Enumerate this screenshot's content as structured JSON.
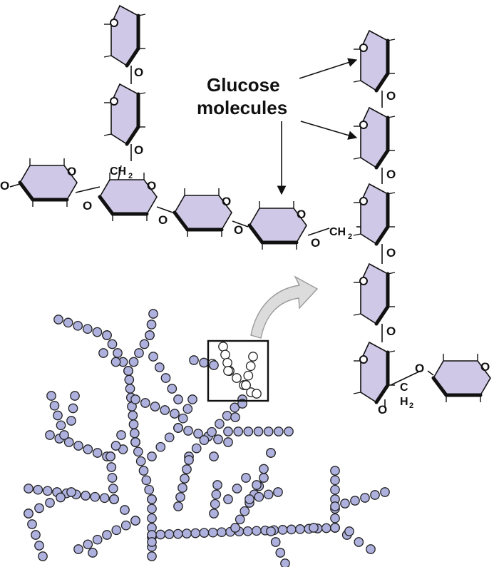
{
  "callout": {
    "line1": "Glucose",
    "line2": "molecules"
  },
  "atoms": {
    "oxygen": "O",
    "ch2": "CH",
    "h2": "H",
    "subscript": "2"
  },
  "colors": {
    "ring_fill": "#cfc8e6",
    "bead_fill": "#aeb0de",
    "zoom_arrow": "#dcdcdc"
  }
}
